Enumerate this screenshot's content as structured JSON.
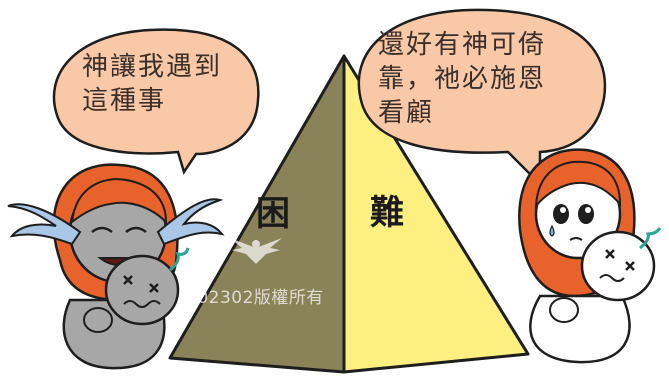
{
  "left_bubble": {
    "text": "神讓我遇到\n這種事"
  },
  "right_bubble": {
    "text": "還好有神可倚\n靠，祂必施恩\n看顧"
  },
  "pyramid": {
    "left_char": "困",
    "right_char": "難"
  },
  "watermark": {
    "text": "202302版權所有"
  },
  "colors": {
    "bubble": "#f9c8a6",
    "pyramid_dark": "#8a8258",
    "pyramid_light": "#fdf080",
    "hair": "#e8632c",
    "skin_gray": "#a7a7a7",
    "skin_light": "#ffffff",
    "outline": "#1e1e1e"
  }
}
